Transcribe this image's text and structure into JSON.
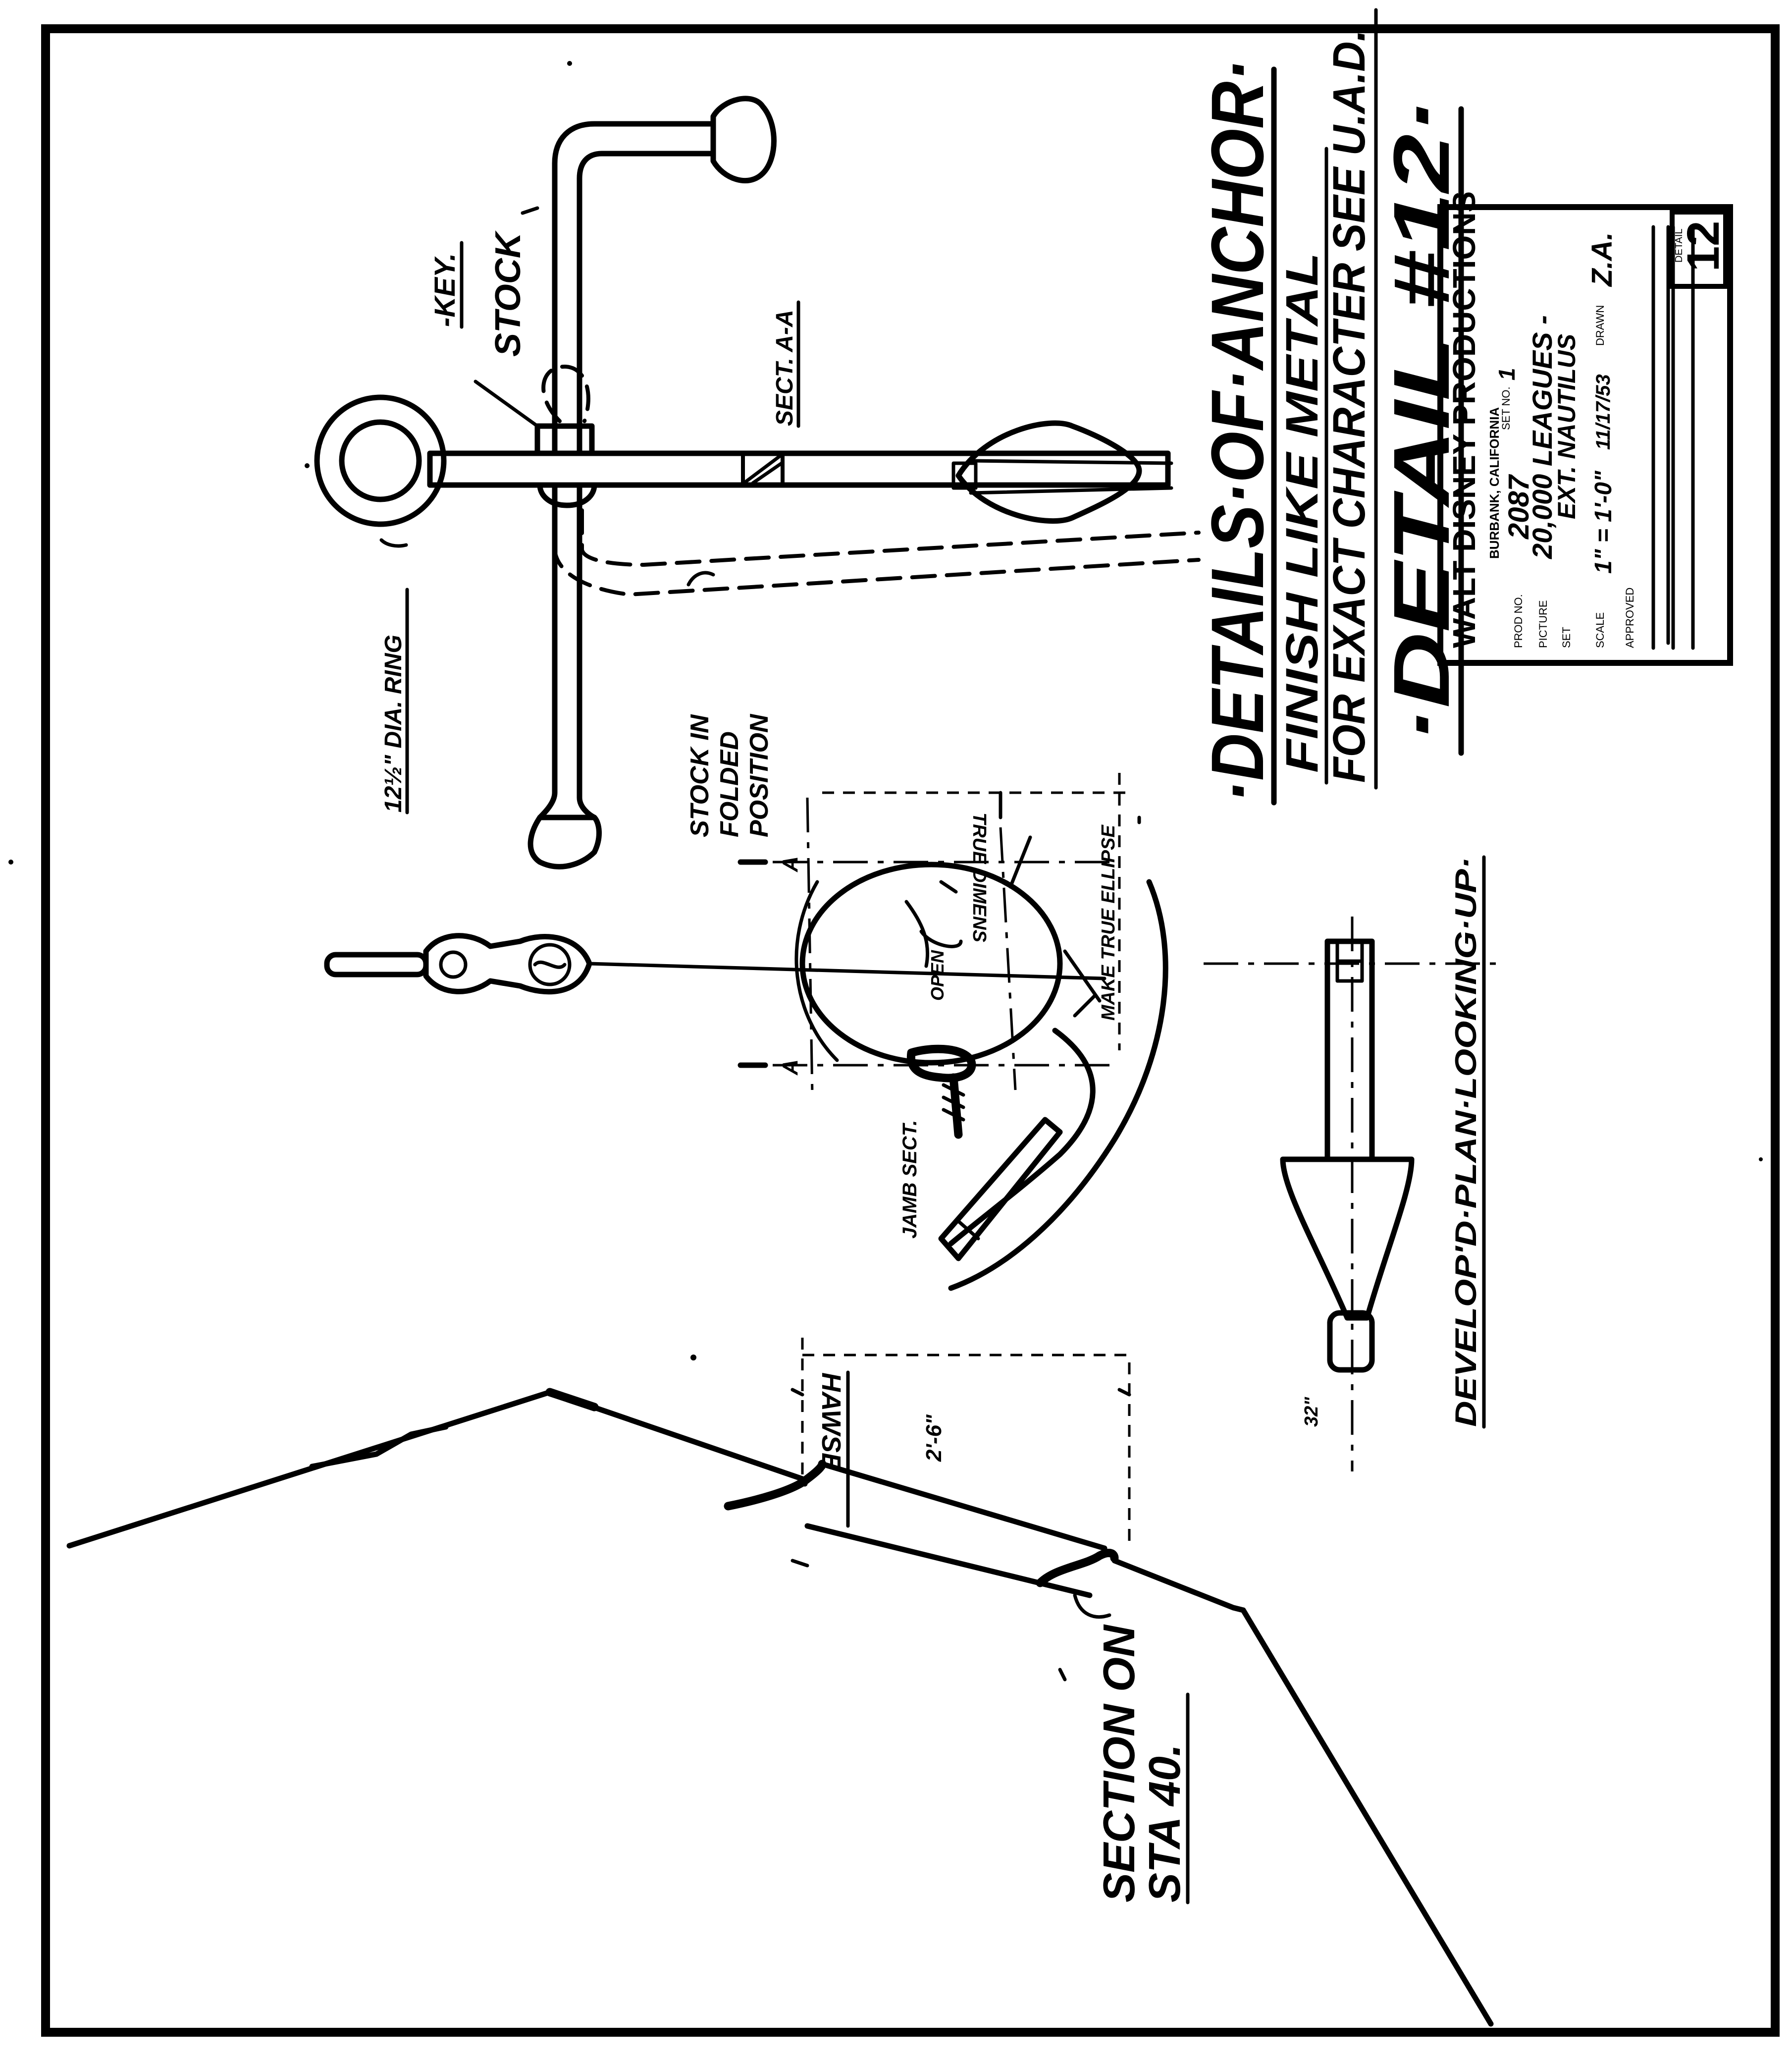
{
  "sheet": {
    "ink_color": "#000000",
    "paper_color": "#ffffff"
  },
  "title_block": {
    "studio": "WALT DISNEY PRODUCTIONS",
    "location": "BURBANK, CALIFORNIA",
    "prod_no_label": "PROD NO.",
    "prod_no_value": "2087",
    "set_no_label": "SET NO.",
    "set_no_value": "1",
    "picture_label": "PICTURE",
    "picture_value": "20,000 LEAGUES -",
    "set_label": "SET",
    "set_value": "EXT. NAUTILUS",
    "scale_label": "SCALE",
    "scale_value": "1\" = 1'-0\"",
    "date_value": "11/17/53",
    "drawn_label": "DRAWN",
    "drawn_value": "Z.A.",
    "approved_label": "APPROVED",
    "detail_label": "DETAIL",
    "detail_value": "12"
  },
  "headline": {
    "line1": "·DETAILS·OF·ANCHOR·",
    "line2": "FINISH LIKE METAL",
    "line3": "FOR EXACT CHARACTER SEE U.A.D.",
    "detail_line": "·DETAIL #12·"
  },
  "labels": {
    "key": "-KEY.",
    "stock": "STOCK",
    "sect_aa": "SECT. A-A",
    "ring": "12½\" DIA. RING",
    "stock_folded_1": "STOCK IN",
    "stock_folded_2": "FOLDED",
    "stock_folded_3": "POSITION",
    "true_dimens": "TRUE DIMENS",
    "make_true_ellipse": "MAKE TRUE ELLIPSE",
    "open": "OPEN",
    "jamb_sect": "JAMB SECT.",
    "section_a_left": "A",
    "section_a_right": "A",
    "developed_plan": "DEVELOP'D·PLAN·LOOKING·UP·",
    "hawse": "HAWSE",
    "hawse_dim": "2'-6\"",
    "dim_32": "32\"",
    "section_on_1": "SECTION ON",
    "section_on_2": "STA 40."
  }
}
